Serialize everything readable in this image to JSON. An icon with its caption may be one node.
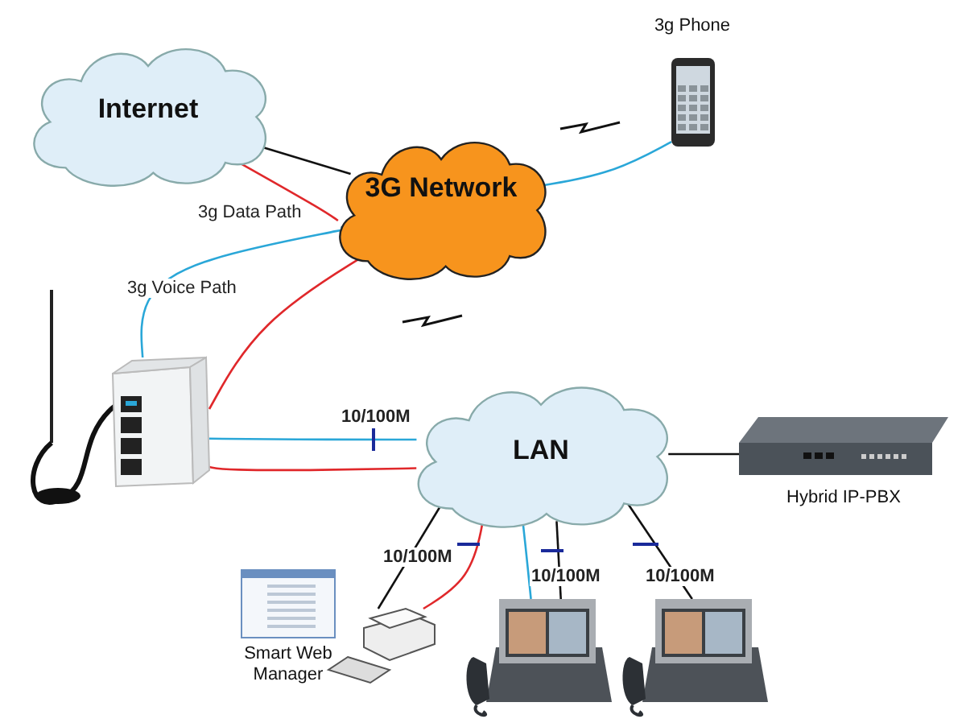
{
  "diagram": {
    "nodes": [
      {
        "text": [
          "Internet"
        ]
      },
      {
        "text": [
          "3G Network"
        ]
      },
      {
        "text": [
          "3g Phone"
        ]
      },
      {
        "text": [],
        "shape": "picture"
      },
      {
        "text": [
          "LAN"
        ]
      },
      {
        "text": [
          "Hybrid IP-PBX"
        ]
      },
      {
        "text": [
          "Smart Web Manager"
        ]
      },
      {
        "text": [],
        "shape": "picture"
      },
      {
        "text": [],
        "shape": "picture"
      }
    ],
    "edges": [
      {
        "from": 0,
        "to": 1,
        "arrow": "none"
      },
      {
        "from": 0,
        "to": 1,
        "arrow": "none",
        "label": "3g Data Path",
        "color": "#e0282b"
      },
      {
        "from": 1,
        "to": 3,
        "arrow": "none",
        "color": "#e0282b"
      },
      {
        "from": 2,
        "to": 1,
        "arrow": "none",
        "color": "#2aa7d8"
      },
      {
        "from": 1,
        "to": 3,
        "arrow": "none",
        "label": "3g Voice Path",
        "color": "#2aa7d8"
      },
      {
        "from": 3,
        "to": 4,
        "arrow": "none",
        "label": "10/100M",
        "color": "#2aa7d8"
      },
      {
        "from": 3,
        "to": 4,
        "arrow": "none",
        "color": "#e0282b"
      },
      {
        "from": 4,
        "to": 6,
        "arrow": "none",
        "color": "#e0282b"
      },
      {
        "from": 4,
        "to": 6,
        "arrow": "none",
        "label": "10/100M"
      },
      {
        "from": 4,
        "to": 7,
        "arrow": "none",
        "color": "#2aa7d8"
      },
      {
        "from": 4,
        "to": 7,
        "arrow": "none",
        "label": "10/100M"
      },
      {
        "from": 4,
        "to": 8,
        "arrow": "none",
        "label": "10/100M"
      },
      {
        "from": 4,
        "to": 5,
        "arrow": "none"
      }
    ]
  }
}
